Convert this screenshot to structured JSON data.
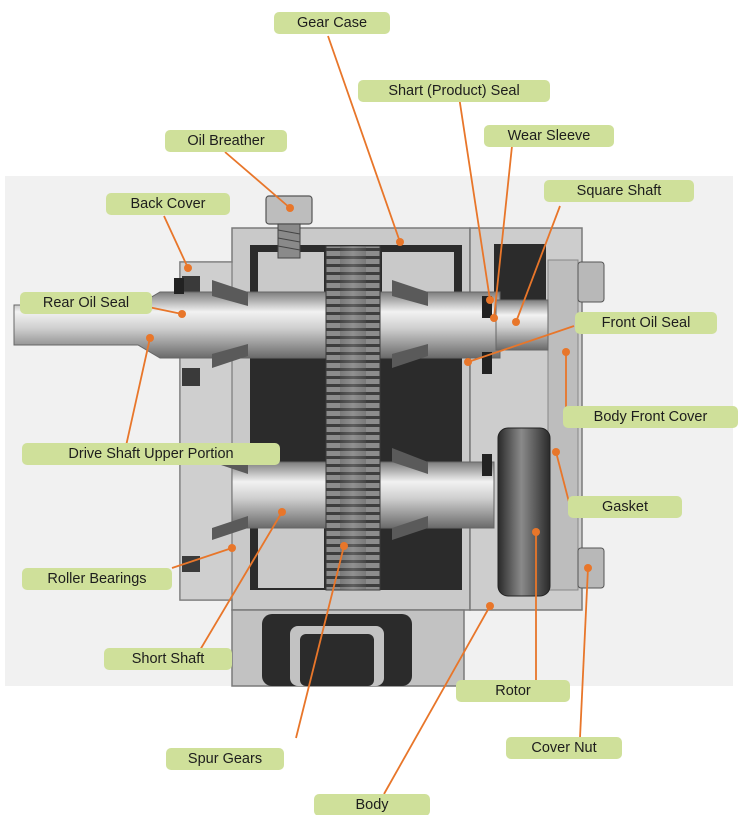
{
  "diagram": {
    "labels": {
      "gear_case": "Gear Case",
      "shaft_product_seal": "Shart (Product) Seal",
      "oil_breather": "Oil Breather",
      "wear_sleeve": "Wear Sleeve",
      "back_cover": "Back Cover",
      "square_shaft": "Square Shaft",
      "rear_oil_seal": "Rear Oil Seal",
      "front_oil_seal": "Front Oil Seal",
      "body_front_cover": "Body Front Cover",
      "drive_shaft_upper_portion": "Drive Shaft Upper Portion",
      "gasket": "Gasket",
      "roller_bearings": "Roller Bearings",
      "short_shaft": "Short Shaft",
      "rotor": "Rotor",
      "cover_nut": "Cover Nut",
      "spur_gears": "Spur Gears",
      "body": "Body"
    },
    "colors": {
      "label_fill": "#cfe09a",
      "leader_line": "#e8762a",
      "leader_dot": "#e8762a"
    }
  }
}
